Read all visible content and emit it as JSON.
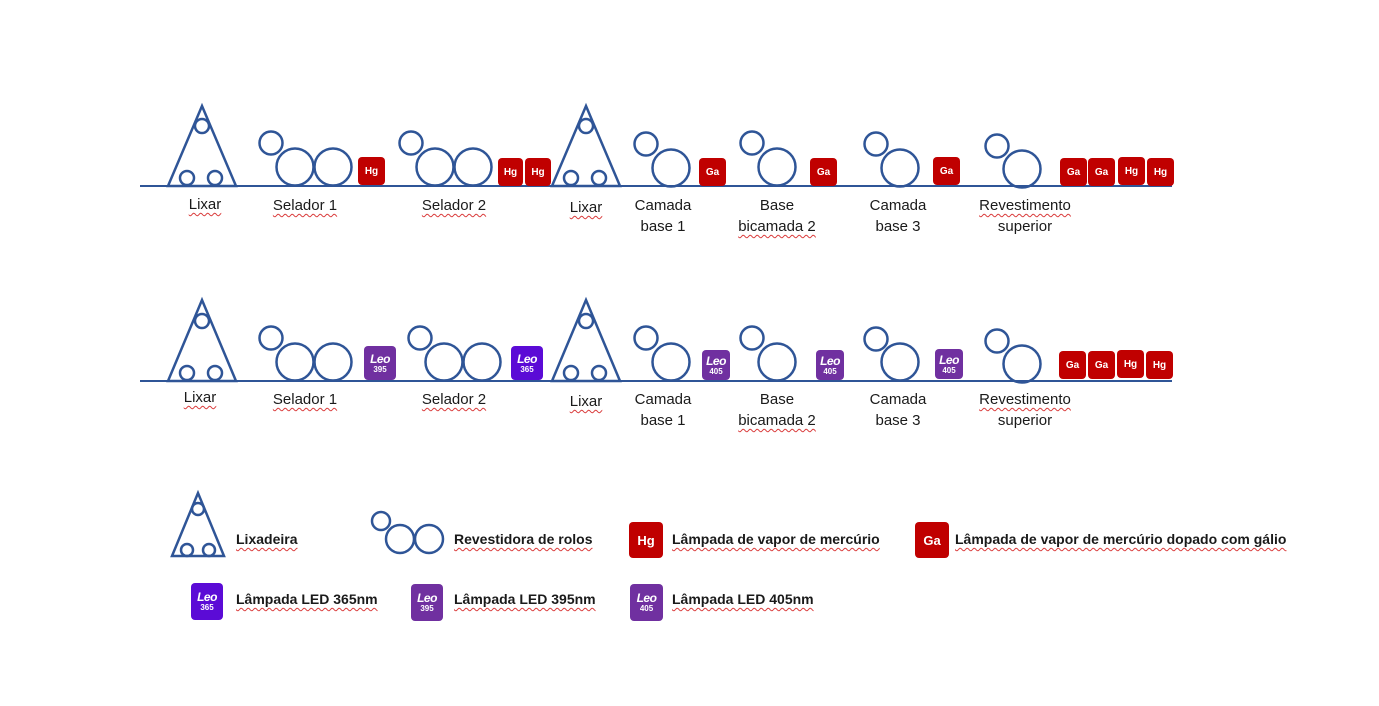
{
  "colors": {
    "line": "#2f5597",
    "hg_ga": "#c00000",
    "led365": "#5b0bd6",
    "led395": "#7030a0",
    "led405": "#7030a0",
    "squiggle": "#d93a3a"
  },
  "rows": [
    {
      "labels": [
        {
          "lines": [
            "Lixar"
          ]
        },
        {
          "lines": [
            "Selador 1"
          ]
        },
        {
          "lines": [
            "Selador 2"
          ]
        },
        {
          "lines": [
            "Lixar"
          ]
        },
        {
          "lines": [
            "Camada",
            "base 1"
          ]
        },
        {
          "lines": [
            "Base",
            "bicamada 2"
          ]
        },
        {
          "lines": [
            "Camada",
            "base 3"
          ]
        },
        {
          "lines": [
            "Revestimento",
            "superior"
          ]
        }
      ],
      "lamps": [
        {
          "type": "Hg",
          "text": "Hg"
        },
        {
          "type": "Hg",
          "text": "Hg"
        },
        {
          "type": "Hg",
          "text": "Hg"
        },
        {
          "type": "Ga",
          "text": "Ga"
        },
        {
          "type": "Ga",
          "text": "Ga"
        },
        {
          "type": "Ga",
          "text": "Ga"
        },
        {
          "type": "Ga",
          "text": "Ga"
        },
        {
          "type": "Ga",
          "text": "Ga"
        },
        {
          "type": "Hg",
          "text": "Hg"
        },
        {
          "type": "Hg",
          "text": "Hg"
        }
      ]
    },
    {
      "labels": [
        {
          "lines": [
            "Lixar"
          ]
        },
        {
          "lines": [
            "Selador 1"
          ]
        },
        {
          "lines": [
            "Selador 2"
          ]
        },
        {
          "lines": [
            "Lixar"
          ]
        },
        {
          "lines": [
            "Camada",
            "base 1"
          ]
        },
        {
          "lines": [
            "Base",
            "bicamada 2"
          ]
        },
        {
          "lines": [
            "Camada",
            "base 3"
          ]
        },
        {
          "lines": [
            "Revestimento",
            "superior"
          ]
        }
      ],
      "lamps": [
        {
          "type": "LED",
          "brand": "Leo",
          "nm": "395"
        },
        {
          "type": "LED",
          "brand": "Leo",
          "nm": "365"
        },
        {
          "type": "LED",
          "brand": "Leo",
          "nm": "405"
        },
        {
          "type": "LED",
          "brand": "Leo",
          "nm": "405"
        },
        {
          "type": "LED",
          "brand": "Leo",
          "nm": "405"
        },
        {
          "type": "Ga",
          "text": "Ga"
        },
        {
          "type": "Ga",
          "text": "Ga"
        },
        {
          "type": "Hg",
          "text": "Hg"
        },
        {
          "type": "Hg",
          "text": "Hg"
        }
      ]
    }
  ],
  "legend": {
    "sander": "Lixadeira",
    "roller": "Revestidora de rolos",
    "hg": {
      "icon_text": "Hg",
      "label": "Lâmpada de vapor de mercúrio"
    },
    "ga": {
      "icon_text": "Ga",
      "label": "Lâmpada de vapor de mercúrio dopado com gálio"
    },
    "led365": {
      "brand": "Leo",
      "nm": "365",
      "label": "Lâmpada LED 365nm"
    },
    "led395": {
      "brand": "Leo",
      "nm": "395",
      "label": "Lâmpada LED 395nm"
    },
    "led405": {
      "brand": "Leo",
      "nm": "405",
      "label": "Lâmpada LED 405nm"
    }
  }
}
